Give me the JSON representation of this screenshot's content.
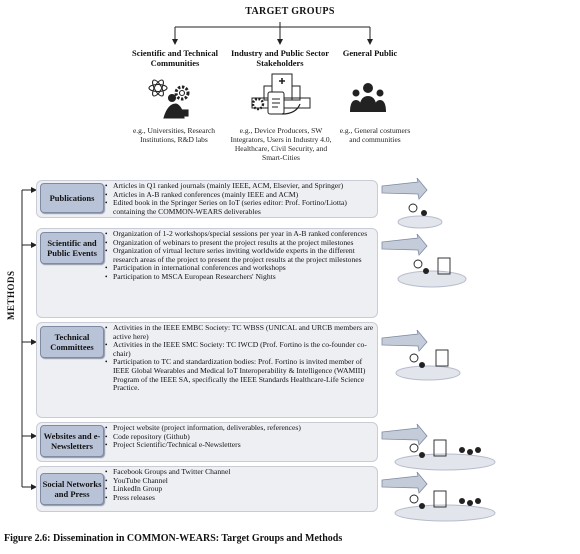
{
  "target_groups": {
    "title": "TARGET GROUPS",
    "groups": [
      {
        "heading": "Scientific and Technical Communities",
        "description": "e.g., Universities, Research Institutions, R&D labs"
      },
      {
        "heading": "Industry and Public Sector Stakeholders",
        "description": "e.g., Device Producers, SW Integrators, Users in Industry 4.0, Healthcare, Civil Security, and Smart-Cities"
      },
      {
        "heading": "General Public",
        "description": "e.g., General costumers and communities"
      }
    ]
  },
  "methods": {
    "label": "METHODS",
    "rows": [
      {
        "label": "Publications",
        "items": [
          "Articles in Q1 ranked journals (mainly IEEE, ACM, Elsevier, and Springer)",
          "Articles in A-B ranked conferences (mainly IEEE and ACM)",
          "Edited book in the Springer Series on IoT (series editor: Prof. Fortino/Liotta) containing the COMMON-WEARS deliverables"
        ]
      },
      {
        "label": "Scientific and Public Events",
        "items": [
          "Organization of 1-2 workshops/special sessions per year in A-B ranked conferences",
          "Organization of webinars to present the project results at the project milestones",
          "Organization of virtual lecture series inviting worldwide experts in the different research areas of the project to present the project results at the project milestones",
          "Participation in international conferences and workshops",
          "Participation to MSCA European Researchers' Nights"
        ]
      },
      {
        "label": "Technical Committees",
        "items": [
          "Activities in the IEEE EMBC Society: TC WBSS (UNICAL and URCB members are active here)",
          "Activities in the IEEE SMC Society: TC IWCD (Prof. Fortino is the co-founder co-chair)",
          "Participation to TC and standardization bodies: Prof. Fortino is invited member of IEEE Global Wearables and Medical IoT Interoperability & Intelligence (WAMIII) Program of the IEEE SA, specifically the IEEE Standards Healthcare-Life Science Practice."
        ]
      },
      {
        "label": "Websites and e-Newsletters",
        "items": [
          "Project website (project information, deliverables, references)",
          "Code repository (Github)",
          "Project Scientific/Technical e-Newsletters"
        ]
      },
      {
        "label": "Social Networks and Press",
        "items": [
          "Facebook Groups and Twitter Channel",
          "YouTube Channel",
          "LinkedIn Group",
          "Press releases"
        ]
      }
    ]
  },
  "caption": "Figure 2.6: Dissemination in COMMON-WEARS: Target Groups and Methods"
}
